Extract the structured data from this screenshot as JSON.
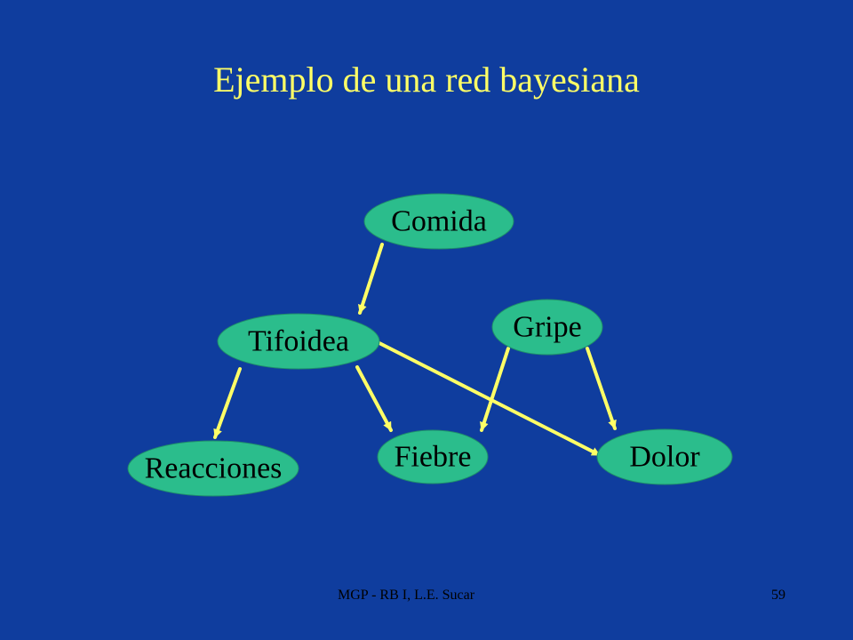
{
  "slide": {
    "title": "Ejemplo de una red bayesiana",
    "footer_left": "MGP - RB I, L.E. Sucar",
    "page_number": "59"
  },
  "diagram": {
    "nodes": {
      "comida": "Comida",
      "tifoidea": "Tifoidea",
      "gripe": "Gripe",
      "reacciones": "Reacciones",
      "fiebre": "Fiebre",
      "dolor": "Dolor"
    },
    "edges": [
      {
        "from": "Comida",
        "to": "Tifoidea"
      },
      {
        "from": "Tifoidea",
        "to": "Reacciones"
      },
      {
        "from": "Tifoidea",
        "to": "Fiebre"
      },
      {
        "from": "Tifoidea",
        "to": "Dolor"
      },
      {
        "from": "Gripe",
        "to": "Fiebre"
      },
      {
        "from": "Gripe",
        "to": "Dolor"
      }
    ]
  },
  "colors": {
    "background": "#0f3d9e",
    "title_text": "#ffff66",
    "node_fill": "#2bbd8c",
    "node_text": "#000000",
    "edge": "#ffff66",
    "footer_text": "#000000"
  }
}
